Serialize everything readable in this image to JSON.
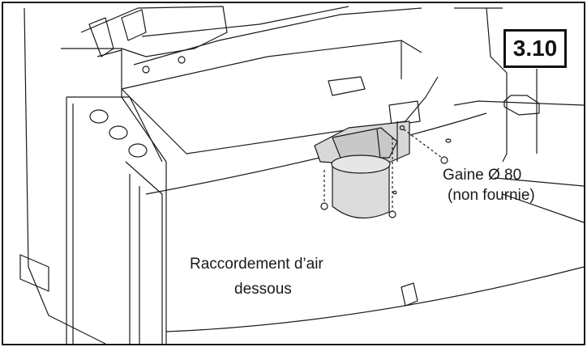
{
  "figure": {
    "step_number": "3.10",
    "duct_label_line1": "Gaine Ø 80",
    "duct_label_line2": "(non fournie)",
    "connection_label_line1": "Raccordement d’air",
    "connection_label_line2": "dessous"
  }
}
